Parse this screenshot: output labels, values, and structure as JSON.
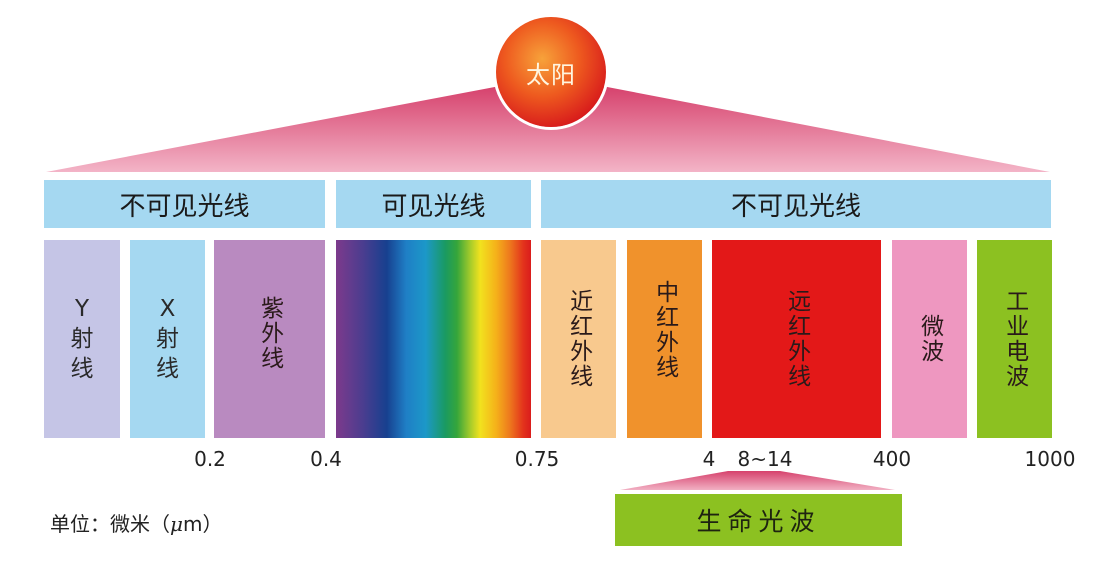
{
  "sun": {
    "label": "太阳",
    "color": "#d81c1c"
  },
  "bands": [
    {
      "label": "不可见光线",
      "color": "#a5d8f1"
    },
    {
      "label": "可见光线",
      "color": "#a5d8f1"
    },
    {
      "label": "不可见光线",
      "color": "#a5d8f1"
    }
  ],
  "bars": [
    {
      "id": "gamma",
      "lines": [
        "Y",
        "射",
        "线"
      ],
      "color": "#c5c5e6"
    },
    {
      "id": "xray",
      "lines": [
        "X",
        "射",
        "线"
      ],
      "color": "#a5d8f1"
    },
    {
      "id": "uv",
      "label": "紫外线",
      "color": "#b98ac0"
    },
    {
      "id": "visible",
      "label": "",
      "color": "rainbow"
    },
    {
      "id": "near-ir",
      "label": "近红外线",
      "color": "#f8c98e"
    },
    {
      "id": "mid-ir",
      "label": "中红外线",
      "color": "#f0922c"
    },
    {
      "id": "far-ir",
      "label": "远红外线",
      "color": "#e31818"
    },
    {
      "id": "microwave",
      "label": "微波",
      "color": "#ee97c0"
    },
    {
      "id": "industrial",
      "label": "工业电波",
      "color": "#8cc121"
    }
  ],
  "ticks": [
    "0.2",
    "0.4",
    "0.75",
    "4",
    "8~14",
    "400",
    "1000"
  ],
  "unit": {
    "prefix": "单位：微米（",
    "symbol": "μ",
    "suffix": "m）"
  },
  "life_wave": {
    "label": "生命光波",
    "color": "#8cc121"
  },
  "fan_color": "#d9466f"
}
